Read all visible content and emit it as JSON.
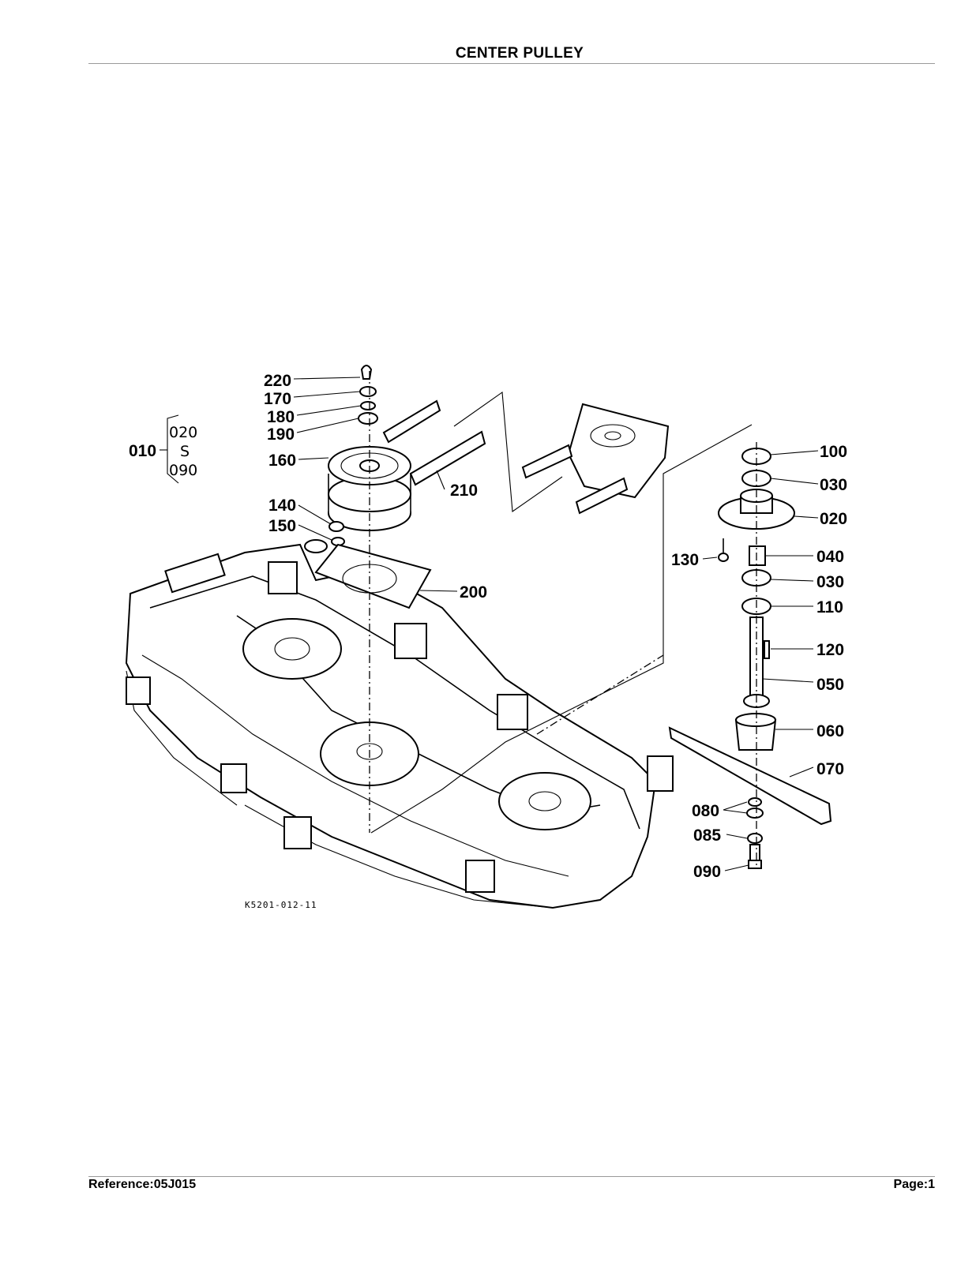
{
  "header": {
    "title": "CENTER PULLEY"
  },
  "footer": {
    "reference": "Reference:05J015",
    "page": "Page:1"
  },
  "diagram": {
    "drawing_number": "K5201-012-11",
    "assembly": {
      "label": "010",
      "range_start": "020",
      "range_sep": "S",
      "range_end": "090"
    },
    "parts": [
      "220",
      "170",
      "180",
      "190",
      "160",
      "210",
      "140",
      "150",
      "200",
      "100",
      "030",
      "020",
      "130",
      "040",
      "030",
      "110",
      "120",
      "050",
      "060",
      "070",
      "080",
      "085",
      "090"
    ]
  }
}
